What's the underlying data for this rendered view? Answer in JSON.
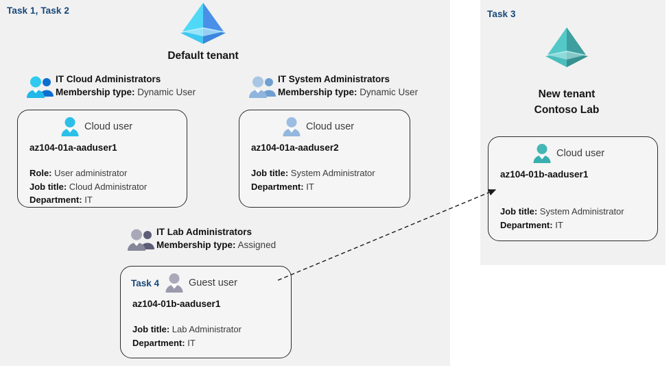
{
  "diagram": {
    "title": "Azure AD tenants, groups and users lab diagram",
    "accent_task_color": "#16477a",
    "panel_bg": "#f1f1f1",
    "card_bg": "#f5f5f5",
    "card_border": "#2b2b2b"
  },
  "left_panel": {
    "task_tag": "Task 1, Task 2",
    "tenant": {
      "icon": "azure-ad-tenant-icon",
      "label": "Default tenant",
      "colors": {
        "left_face": "#4fd9f7",
        "right_face": "#4a90e8",
        "base": "#3fc8f0"
      }
    },
    "groups": [
      {
        "icon": "group-users-icon",
        "icon_color": "#1fb8e8",
        "name": "IT Cloud Administrators",
        "membership_label": "Membership type:",
        "membership_value": "Dynamic User"
      },
      {
        "icon": "group-users-icon",
        "icon_color": "#8fb4dd",
        "name": "IT System Administrators",
        "membership_label": "Membership type:",
        "membership_value": "Dynamic User"
      },
      {
        "icon": "group-users-icon",
        "icon_color": "#878799",
        "name": "IT Lab Administrators",
        "membership_label": "Membership type:",
        "membership_value": "Assigned"
      }
    ],
    "cards": [
      {
        "inline_task": "",
        "user_icon": "cloud-user-icon",
        "icon_color": "#2cc0e8",
        "user_type": "Cloud user",
        "upn": "az104-01a-aaduser1",
        "attributes": [
          {
            "label": "Role:",
            "value": "User administrator"
          },
          {
            "label": "Job title:",
            "value": "Cloud Administrator"
          },
          {
            "label": "Department:",
            "value": "IT"
          }
        ]
      },
      {
        "inline_task": "",
        "user_icon": "cloud-user-icon",
        "icon_color": "#93b7de",
        "user_type": "Cloud user",
        "upn": "az104-01a-aaduser2",
        "attributes": [
          {
            "label": "Job title:",
            "value": "System Administrator"
          },
          {
            "label": "Department:",
            "value": "IT"
          }
        ]
      },
      {
        "inline_task": "Task 4",
        "user_icon": "guest-user-icon",
        "icon_color": "#9a9aac",
        "user_type": "Guest user",
        "upn": "az104-01b-aaduser1",
        "attributes": [
          {
            "label": "Job title:",
            "value": "Lab Administrator"
          },
          {
            "label": "Department:",
            "value": "IT"
          }
        ]
      }
    ]
  },
  "right_panel": {
    "task_tag": "Task 3",
    "tenant": {
      "icon": "azure-ad-tenant-icon",
      "label_line1": "New  tenant",
      "label_line2": "Contoso Lab",
      "colors": {
        "left_face": "#53c8c8",
        "right_face": "#3f9e9e",
        "base": "#4bbdbd"
      }
    },
    "card": {
      "user_icon": "cloud-user-icon",
      "icon_color": "#3aafaf",
      "user_type": "Cloud user",
      "upn": "az104-01b-aaduser1",
      "attributes": [
        {
          "label": "Job title:",
          "value": "System Administrator"
        },
        {
          "label": "Department:",
          "value": "IT"
        }
      ]
    }
  },
  "connector": {
    "name": "guest-user-invite-arrow",
    "style": "dashed-arrow",
    "from": "az104-01b-aaduser1 guest user card (left panel)",
    "to": "az104-01b-aaduser1 cloud user card (right panel)"
  }
}
